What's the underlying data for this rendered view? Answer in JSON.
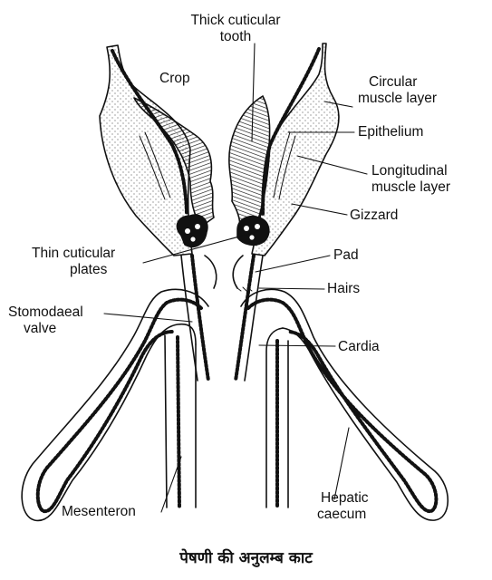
{
  "labels": {
    "thick_cuticular_tooth": [
      "Thick cuticular",
      "tooth"
    ],
    "crop": "Crop",
    "circular_muscle_layer": [
      "Circular",
      "muscle layer"
    ],
    "epithelium": "Epithelium",
    "longitudinal_muscle_layer": [
      "Longitudinal",
      "muscle layer"
    ],
    "gizzard": "Gizzard",
    "thin_cuticular_plates": [
      "Thin cuticular",
      "plates"
    ],
    "pad": "Pad",
    "hairs": "Hairs",
    "stomodaeal_valve": [
      "Stomodaeal",
      "valve"
    ],
    "cardia": "Cardia",
    "mesenteron": "Mesenteron",
    "hepatic_caecum": [
      "Hepatic",
      "caecum"
    ]
  },
  "caption": "पेषणी की अनुलम्ब काट",
  "colors": {
    "ink": "#111111",
    "background": "#ffffff"
  }
}
